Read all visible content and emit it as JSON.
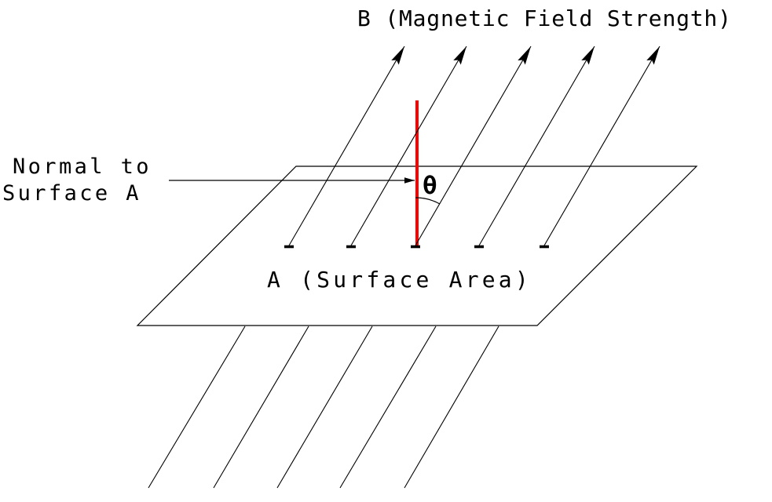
{
  "diagram": {
    "field_label": "B (Magnetic Field Strength)",
    "surface_label": "A (Surface Area)",
    "normal_label_line1": "Normal to",
    "normal_label_line2": "Surface A",
    "angle_symbol": "θ",
    "field_line_count": 5,
    "colors": {
      "stroke": "#000000",
      "normal_line": "#ff0000",
      "background": "#ffffff"
    }
  }
}
